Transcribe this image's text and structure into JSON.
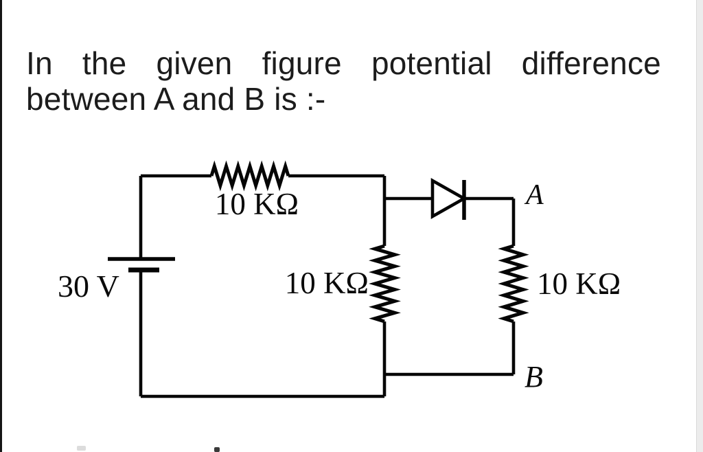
{
  "page": {
    "background": "#ffffff",
    "left_border_color": "#161616",
    "scroll_strip_color": "#ececec"
  },
  "question": {
    "line1": "In the given figure potential difference",
    "line2": "between A and B is :-"
  },
  "circuit": {
    "battery_label": "30 V",
    "top_resistor_label": "10 KΩ",
    "middle_resistor_label": "10 KΩ",
    "right_resistor_label": "10 KΩ",
    "node_a_label": "A",
    "node_b_label": "B",
    "diode": "diode-icon",
    "line_color": "#050505"
  }
}
